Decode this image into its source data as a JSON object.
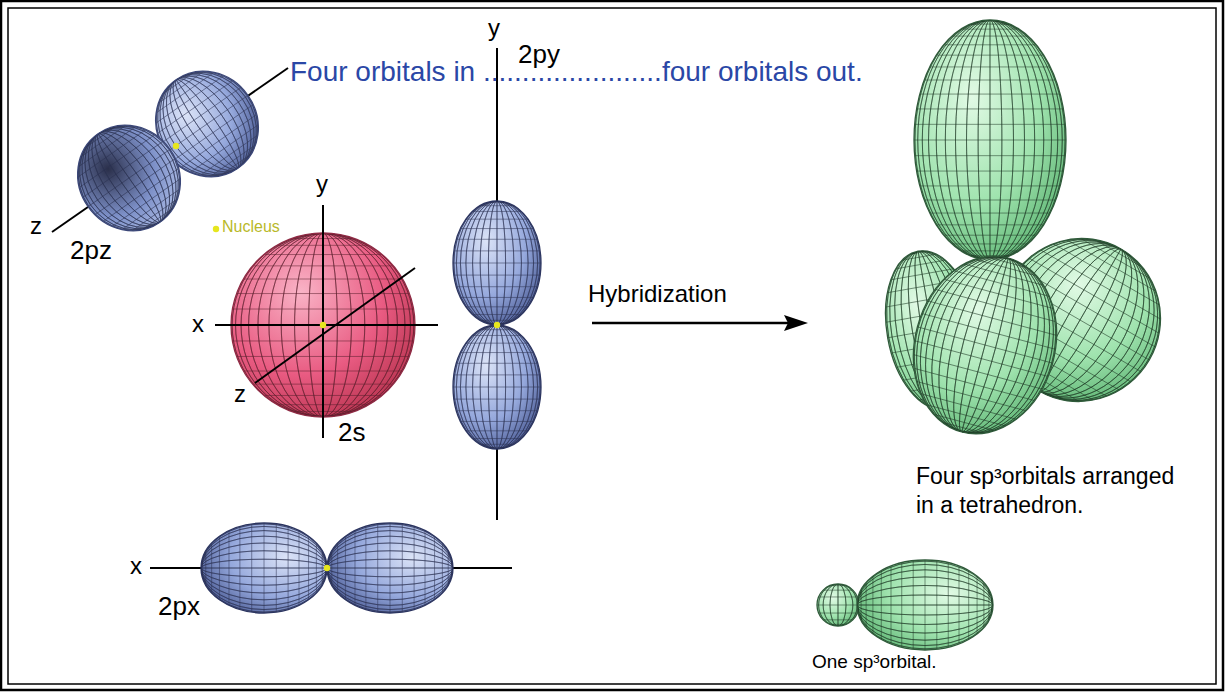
{
  "diagram": {
    "title": "Four orbitals in .......................four orbitals out.",
    "labels": [
      "y",
      "2py",
      "z",
      "y",
      "Nucleus",
      "2pz",
      "Hybridization",
      "x",
      "z",
      "2s",
      "Four sp³orbitals arranged in a tetrahedron.",
      "x",
      "2px",
      "One sp³orbital."
    ]
  }
}
